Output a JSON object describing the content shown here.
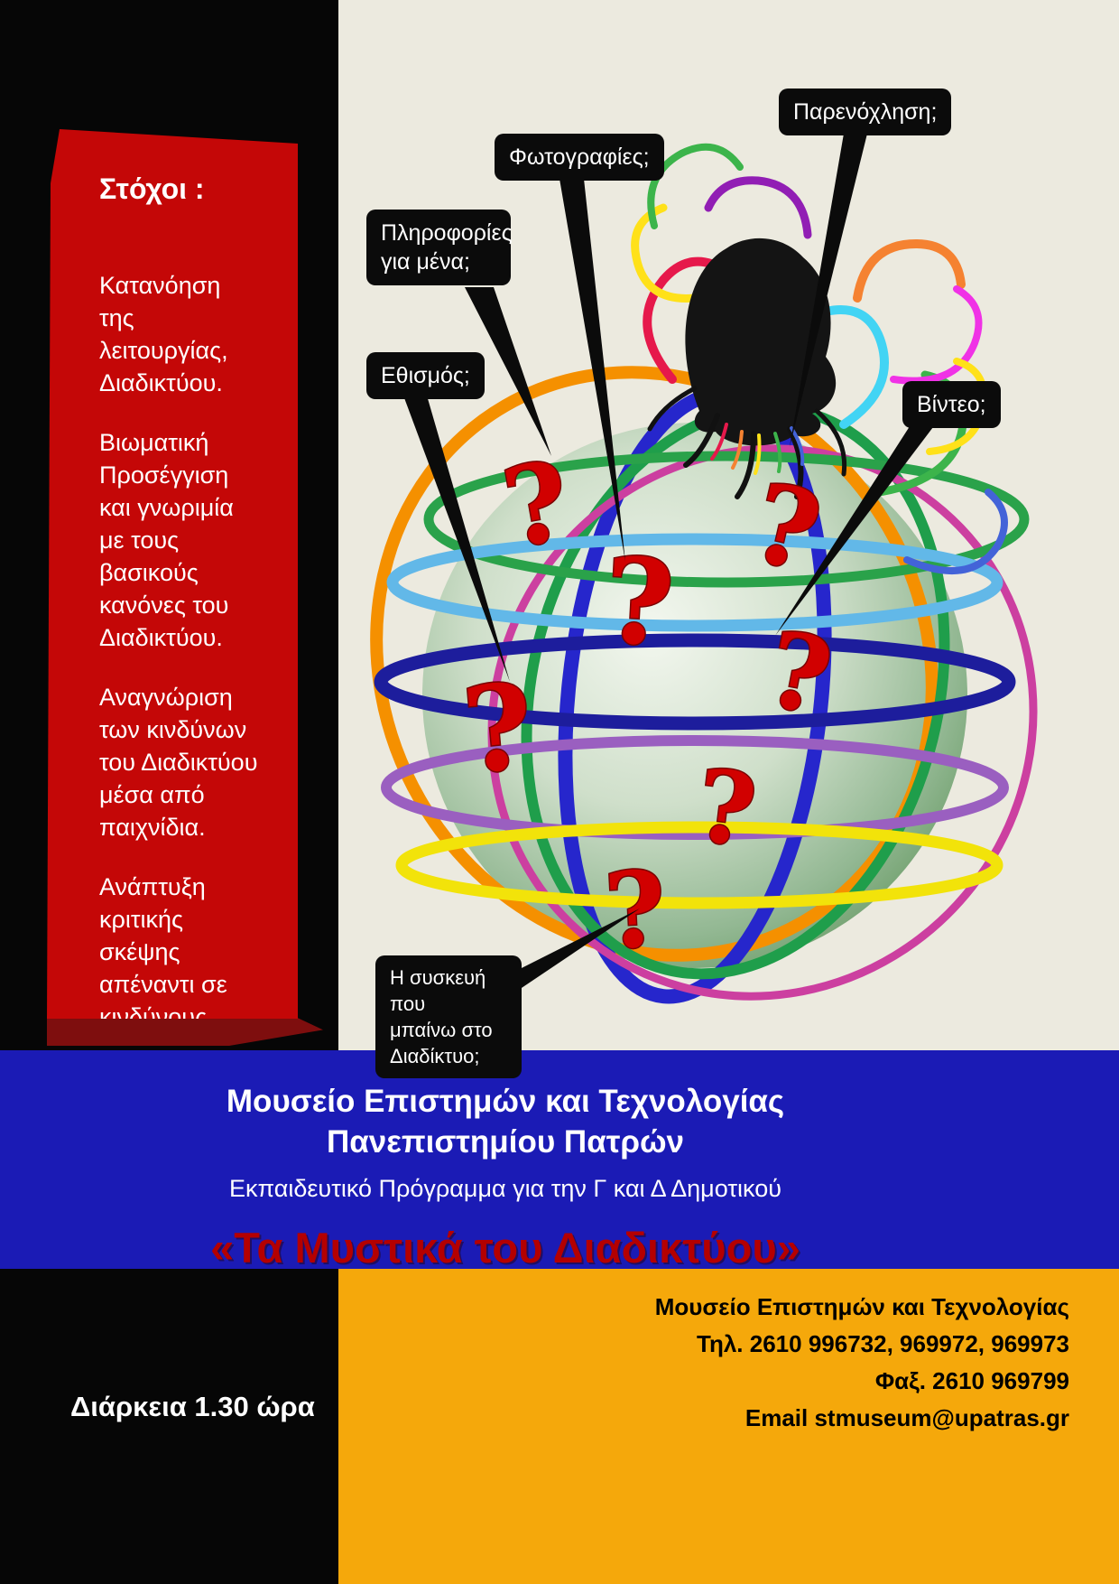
{
  "goals": {
    "heading": "Στόχοι :",
    "items": [
      "Κατανόηση της λειτουργίας, Διαδικτύου.",
      "Βιωματική Προσέγγιση και γνωριμία με τους βασικούς κανόνες του Διαδικτύου.",
      "Αναγνώριση των  κινδύνων του Διαδικτύου μέσα από παιχνίδια.",
      "Ανάπτυξη κριτικής σκέψης απέναντι σε κινδύνους."
    ]
  },
  "callouts": [
    {
      "label": "Παρενόχληση;"
    },
    {
      "label": "Φωτογραφίες;"
    },
    {
      "label": "Πληροφορίες\nγια μένα;"
    },
    {
      "label": "Εθισμός;"
    },
    {
      "label": "Βίντεο;"
    },
    {
      "label": "Η συσκευή που\nμπαίνω  στο\nΔιαδίκτυο;"
    }
  ],
  "question_mark": "?",
  "blue_band": {
    "line1": "Μουσείο  Επιστημών και Τεχνολογίας",
    "line2": "Πανεπιστημίου Πατρών",
    "line3": "Εκπαιδευτικό Πρόγραμμα για την Γ και Δ Δημοτικού",
    "title": "«Τα Μυστικά του Διαδικτύου»"
  },
  "bottom": {
    "duration": "Διάρκεια  1.30 ώρα",
    "contact": [
      "Μουσείο Επιστημών και Τεχνολογίας",
      "Τηλ. 2610 996732, 969972, 969973",
      "Φαξ. 2610 969799",
      "Email stmuseum@upatras.gr"
    ]
  },
  "colors": {
    "ribbon_red": "#c40707",
    "band_blue": "#1b1bb5",
    "block_orange": "#f5a80b",
    "title_red": "#b40000",
    "question_red": "#d10000",
    "canvas_cream": "#eceadf"
  }
}
